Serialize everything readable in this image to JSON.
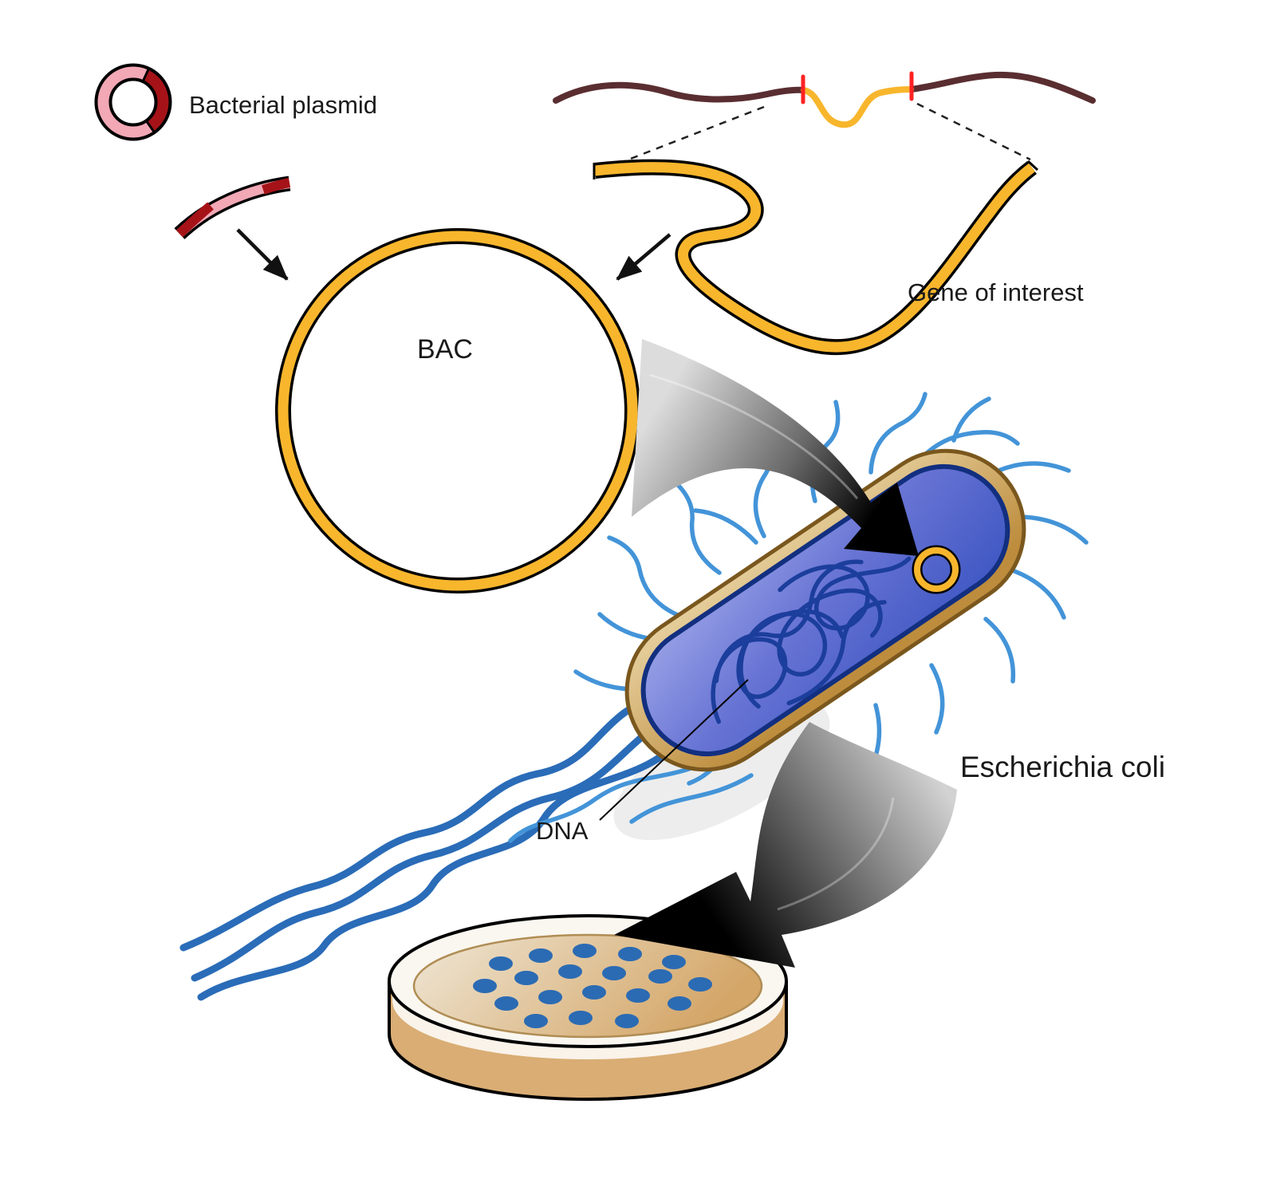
{
  "figure": {
    "labels": {
      "bacterial_plasmid": "Bacterial plasmid",
      "gene_of_interest": "Gene of interest",
      "bac": "BAC",
      "escherichia_coli": "Escherichia coli",
      "dna": "DNA"
    },
    "colors": {
      "plasmid_pink": "#f2a8b5",
      "plasmid_dark_red": "#a51318",
      "vector_yellow": "#f8b62d",
      "genomic_dna_brown": "#5a2e31",
      "cut_mark_red": "#ff2222",
      "flagella_light_blue": "#4394d8",
      "flagella_dark_blue": "#2a6cb8",
      "dna_tangle_blue": "#1c3e9c",
      "cell_outer_tan": "#c9964b",
      "cell_inner_blue": "#5b6fd0",
      "colony_blue": "#2b6bb3",
      "agar_tan": "#d7ab72",
      "outline_black": "#000000"
    }
  }
}
